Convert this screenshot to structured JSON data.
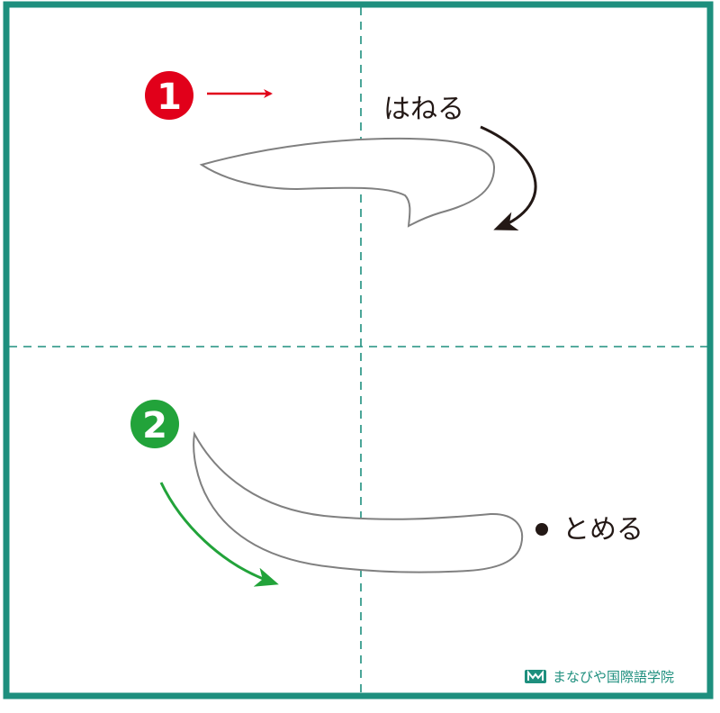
{
  "colors": {
    "frame": "#1e8f7e",
    "guide": "#1e8f7e",
    "stroke_outline": "#808080",
    "step1": "#e1001a",
    "step2": "#22a33a",
    "hane_arrow": "#231815",
    "text": "#231815"
  },
  "steps": [
    {
      "number": "1",
      "color": "#e1001a",
      "direction": "right"
    },
    {
      "number": "2",
      "color": "#22a33a",
      "direction": "down-right curve"
    }
  ],
  "annotations": {
    "hane": "はねる",
    "tome_bullet": "●",
    "tome": "とめる"
  },
  "watermark": {
    "logo_icon": "book-m-logo-icon",
    "text": "まなびや国際語学院"
  }
}
